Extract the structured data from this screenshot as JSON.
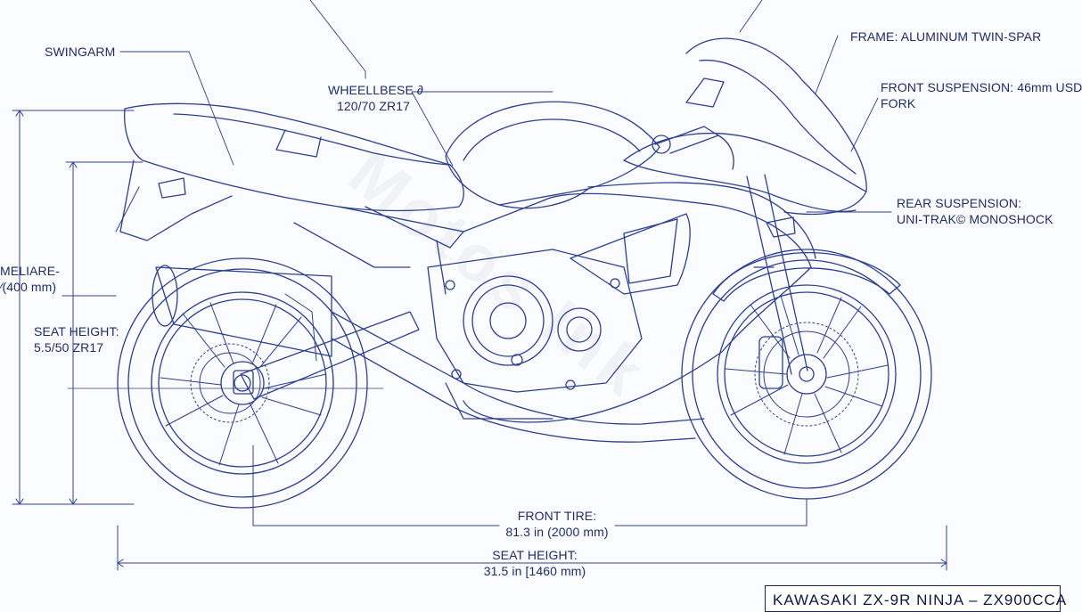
{
  "labels": {
    "swingarm": "SWINGARM",
    "wheelbase_line1": "WHEELLBESE ∂",
    "wheelbase_line2": "120/70 ZR17",
    "frame": "FRAME: ALUMINUM TWIN-SPAR",
    "front_susp_line1": "FRONT SUSPENSION: 46mm USD",
    "front_susp_line2": "FORK",
    "rear_susp_line1": "REAR SUSPENSION:",
    "rear_susp_line2": "UNI-TRAK© MONOSHOCK",
    "measure_line1": "MELIARE-",
    "measure_line2": "⁄(400 mm)",
    "seat_left_line1": "SEAT HEIGHT:",
    "seat_left_line2": "5.5/50 ZR17",
    "front_tire_line1": "FRONT TIRE:",
    "front_tire_line2": "81.3 in (2000 mm)",
    "seat_bottom_line1": "SEAT HEIGHT:",
    "seat_bottom_line2": "31.5 in [1460 mm)"
  },
  "title_block": "KAWASAKI ZX-9R NINJA – ZX900CCA",
  "watermark": "Motos Ink",
  "colors": {
    "line": "#2c3f8f",
    "line_light": "#5f74c2",
    "text": "#1f2d66",
    "background": "#fbfcff"
  }
}
